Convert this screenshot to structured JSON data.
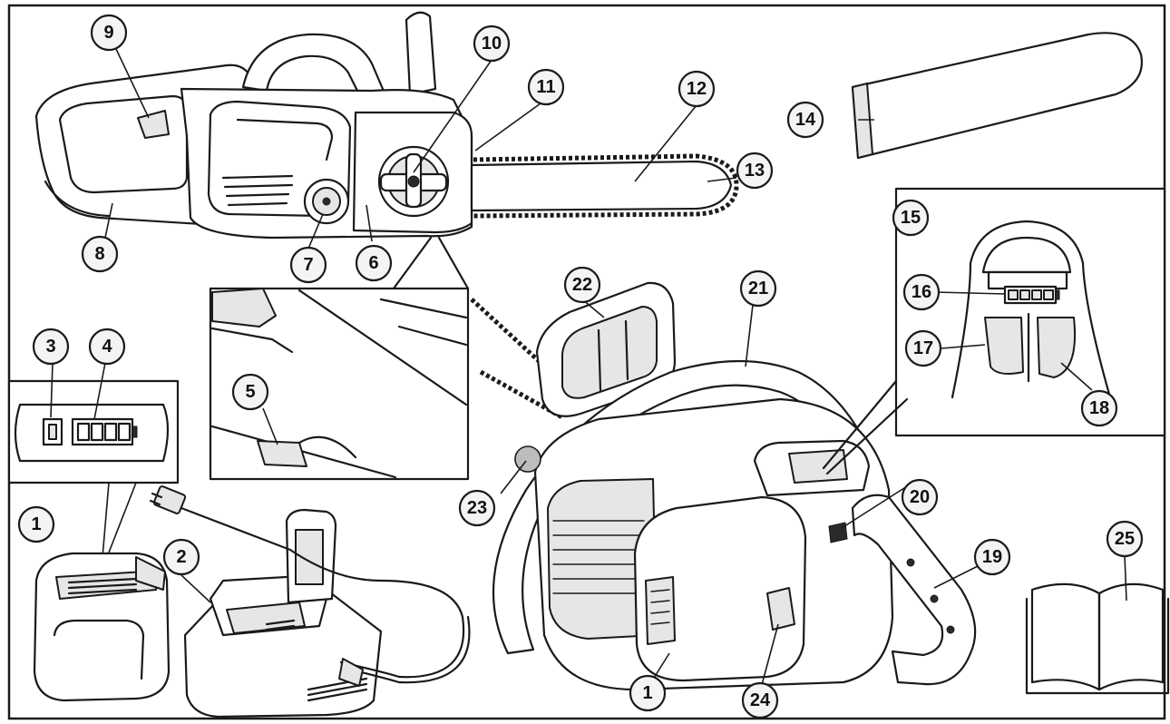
{
  "figure": {
    "callouts": [
      {
        "id": "c1a",
        "label": "1"
      },
      {
        "id": "c1b",
        "label": "1"
      },
      {
        "id": "c2",
        "label": "2"
      },
      {
        "id": "c3",
        "label": "3"
      },
      {
        "id": "c4",
        "label": "4"
      },
      {
        "id": "c5",
        "label": "5"
      },
      {
        "id": "c6",
        "label": "6"
      },
      {
        "id": "c7",
        "label": "7"
      },
      {
        "id": "c8",
        "label": "8"
      },
      {
        "id": "c9",
        "label": "9"
      },
      {
        "id": "c10",
        "label": "10"
      },
      {
        "id": "c11",
        "label": "11"
      },
      {
        "id": "c12",
        "label": "12"
      },
      {
        "id": "c13",
        "label": "13"
      },
      {
        "id": "c14",
        "label": "14"
      },
      {
        "id": "c15",
        "label": "15"
      },
      {
        "id": "c16",
        "label": "16"
      },
      {
        "id": "c17",
        "label": "17"
      },
      {
        "id": "c18",
        "label": "18"
      },
      {
        "id": "c19",
        "label": "19"
      },
      {
        "id": "c20",
        "label": "20"
      },
      {
        "id": "c21",
        "label": "21"
      },
      {
        "id": "c22",
        "label": "22"
      },
      {
        "id": "c23",
        "label": "23"
      },
      {
        "id": "c24",
        "label": "24"
      },
      {
        "id": "c25",
        "label": "25"
      }
    ]
  }
}
